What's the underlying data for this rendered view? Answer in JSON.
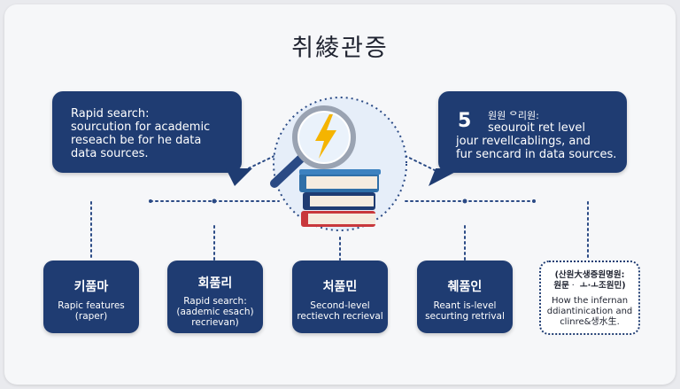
{
  "title": "취綾관증",
  "bubble_left": {
    "lines": [
      "Rapid search:",
      "sourcution for academic",
      "reseach be for he data",
      "data sources."
    ]
  },
  "bubble_right": {
    "digit": "5",
    "lines": [
      "원원 ᄋ리원:",
      "seouroit ret level",
      "jour  revellcablings, and",
      "fur sencard in data sources."
    ]
  },
  "boxes": [
    {
      "title": "키품마",
      "sub": [
        "Rapic features",
        "(raper)"
      ]
    },
    {
      "title": "회품리",
      "sub": [
        "Rapid search:",
        "(aademic esach)",
        "recrievan)"
      ]
    },
    {
      "title": "처품민",
      "sub": [
        "Second-level",
        "rectievch recrieval"
      ]
    },
    {
      "title": "췌품인",
      "sub": [
        "Reant is-level",
        "securting retrival"
      ]
    }
  ],
  "box5": {
    "title_lines": [
      "(산원大생증원명원:",
      "원문ᆞ ㅗ·ㅗ조원민)"
    ],
    "sub": [
      "How the infernan",
      "ddiantinication and",
      "clinre&생水生."
    ]
  },
  "colors": {
    "navy": "#1f3c72",
    "book_blue": "#2f6fa8",
    "book_red": "#c8383c",
    "lightning": "#f5b400"
  },
  "icons": [
    "magnifier-icon",
    "lightning-icon",
    "books-icon"
  ]
}
